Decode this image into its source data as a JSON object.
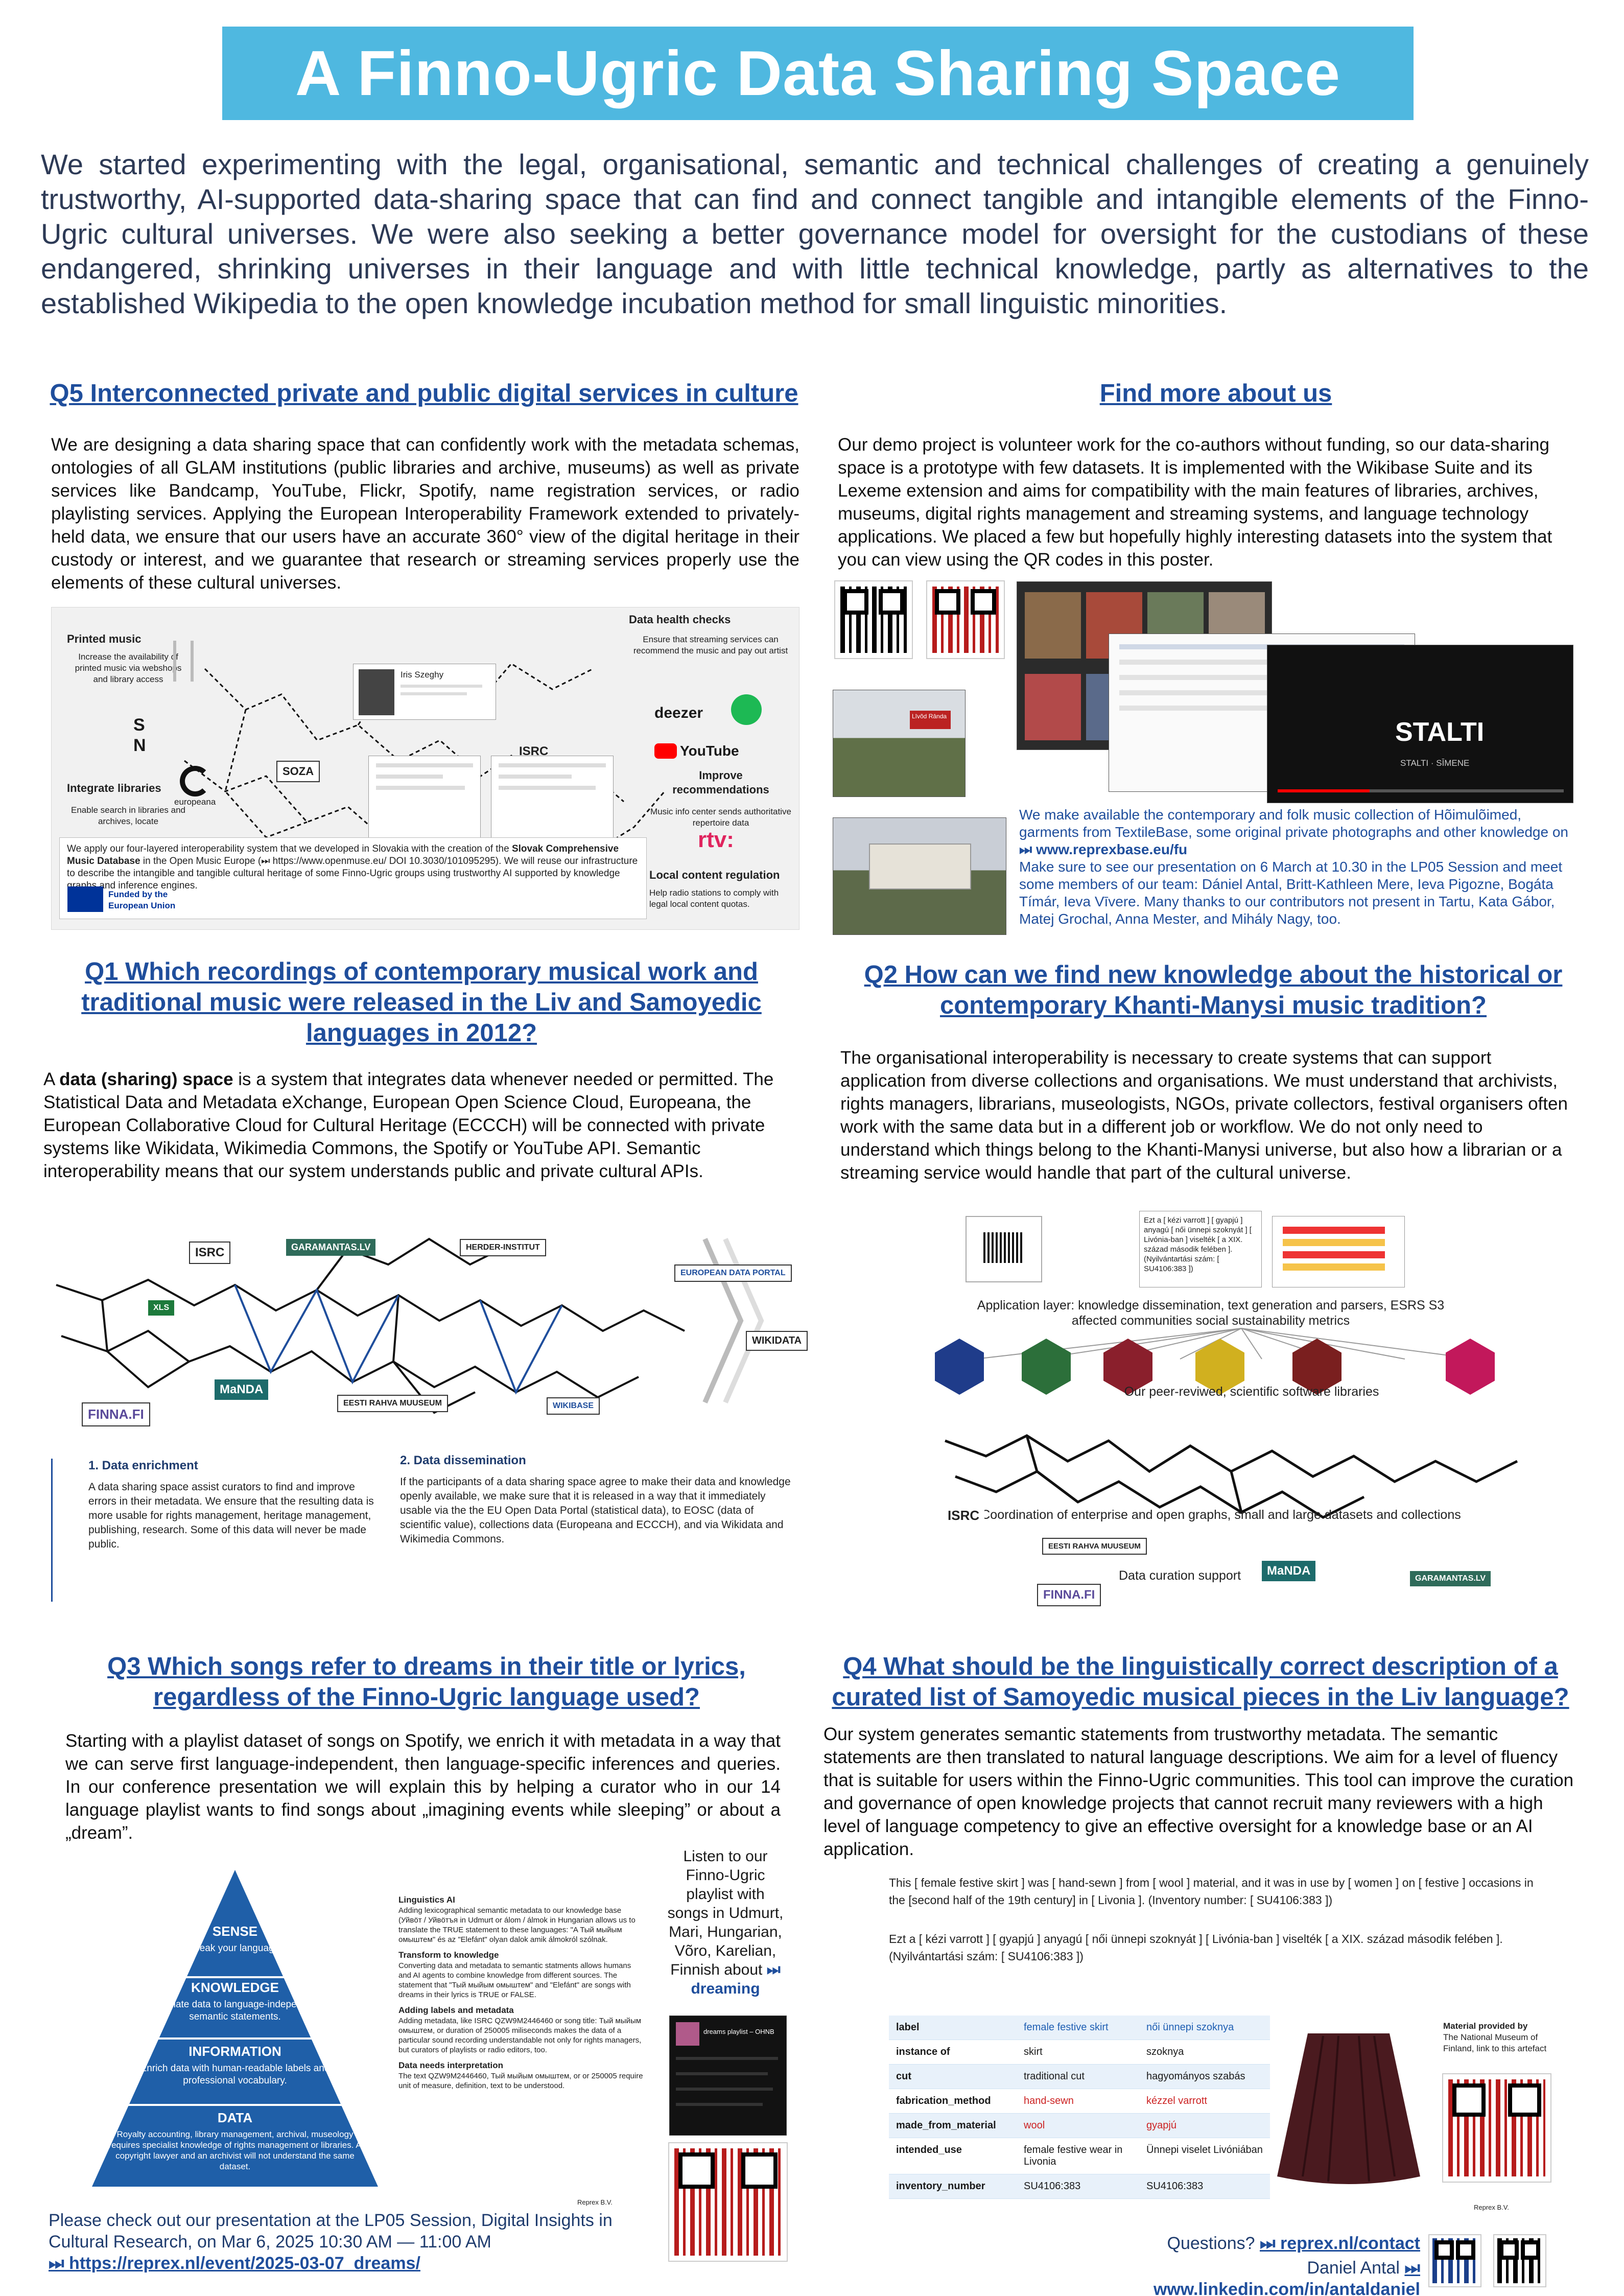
{
  "title": "A Finno-Ugric Data Sharing Space",
  "intro": "We started experimenting with the legal, organisational, semantic and technical challenges of creating a genuinely trustworthy, AI-supported data-sharing space that can find and connect tangible and intangible elements of the Finno-Ugric cultural universes. We were also seeking a better governance model for oversight for the custodians of these endangered, shrinking universes in their language and with little technical knowledge, partly as alternatives to the established Wikipedia to the open knowledge incubation method for small linguistic minorities.",
  "q5": {
    "title": "Q5 Interconnected private and public digital services in culture",
    "body": "We are designing a data sharing space that can confidently work with the metadata schemas, ontologies of all GLAM institutions (public libraries and archive, museums) as well as private services like Bandcamp, YouTube, Flickr, Spotify, name registration services, or radio playlisting services. Applying the European Interoperability Framework extended to privately-held data, we ensure that our users have an accurate 360° view of the digital heritage in their custody or interest, and we guarantee that research or streaming services properly use the elements of these cultural universes.",
    "printed_music_title": "Printed music",
    "printed_music_desc": "Increase the availability of printed music via webshops and library access",
    "integrate_title": "Integrate libraries",
    "integrate_desc": "Enable search in libraries and archives, locate",
    "health_title": "Data health checks",
    "health_desc": "Ensure that streaming services can recommend the music and pay out artist",
    "recommend_title": "Improve recommendations",
    "recommend_desc": "Music info center sends authoritative repertoire data",
    "local_title": "Local content regulation",
    "local_desc": "Help radio stations to comply with legal local content quotas.",
    "overlay_1": "We apply our four-layered interoperability system that we developed in Slovakia with the creation of the",
    "overlay_db": "Slovak Comprehensive Music Database",
    "overlay_2": "in the Open Music Europe (⏭ https://www.openmuse.eu/ DOI 10.3030/101095295). We will reuse our infrastructure to describe the intangible and tangible cultural heritage of some Finno-Ugric groups using trustworthy AI supported by knowledge graphs and inference engines.",
    "eu_funded": "Funded by the European Union",
    "logo_deezer": "deezer",
    "logo_youtube": "YouTube",
    "logo_isrc": "ISRC",
    "logo_soza": "SOZA",
    "logo_rtv": "rtv:",
    "logo_europeana": "europeana",
    "person_name": "Iris Szeghy"
  },
  "find": {
    "title": "Find more about us",
    "body": "Our demo project is volunteer work for the co-authors without funding, so our data-sharing space is a prototype with few datasets. It is implemented with the Wikibase Suite and its Lexeme extension and aims for compatibility with the main features of libraries, archives, museums, digital rights management and streaming systems, and language technology applications. We placed a few but hopefully highly interesting datasets into the system that you can view using the QR codes in this poster.",
    "caption_1": "We make available the contemporary and folk music collection of Hõimulõimed, garments from TextileBase, some original private photographs and other knowledge on",
    "caption_link": "⏭ www.reprexbase.eu/fu",
    "caption_2": "Make sure to see our presentation on 6 March at 10.30 in the LP05 Session and meet some members of our team: Dániel Antal, Britt-Kathleen Mere, Ieva Pigozne, Bogáta Tímár, Ieva Vīvere. Many thanks to our contributors not present in Tartu, Kata Gábor, Matej Grochal, Anna Mester, and Mihály Nagy, too.",
    "sign_text": "Līvõd Rānda",
    "video_title": "STALTI",
    "video_sub": "STALTI · SĪMENE"
  },
  "q1": {
    "title": "Q1 Which recordings of contemporary musical work and traditional music were released in the Liv and Samoyedic languages in 2012?",
    "lead_bold": "data (sharing) space",
    "body_pre": "A",
    "body": "is a system that integrates data whenever needed or permitted. The Statistical Data and Metadata eXchange, European Open Science Cloud, Europeana, the European Collaborative Cloud for Cultural Heritage (ECCCH) will be connected with private systems like Wikidata, Wikimedia Commons, the Spotify or YouTube API. Semantic interoperability means that our system understands public and private cultural APIs.",
    "logos": [
      "ISRC",
      "GARAMANTAS.LV",
      "HERDER-INSTITUT",
      "WIKIDATA",
      "EUROPEAN DATA PORTAL",
      "FINNA.FI",
      "MaNDA",
      "EESTI RAHVA MUUSEUM",
      "XLS",
      "WIKIBASE"
    ],
    "enrich_title": "1. Data enrichment",
    "enrich_body": "A data sharing space assist curators to find and improve errors in their metadata. We ensure that the resulting data is more usable for rights management, heritage management, publishing, research. Some of this data will never be made public.",
    "dissem_title": "2. Data dissemination",
    "dissem_body": "If the participants of a data sharing space agree to make their data and knowledge openly available, we make sure that it is released in a way that it immediately usable via the the EU Open Data Portal (statistical data), to EOSC (data of scientific value), collections data (Europeana and ECCCH), and via Wikidata and Wikimedia Commons."
  },
  "q2": {
    "title": "Q2 How can we find new knowledge about the historical or contemporary Khanti-Manysi music tradition?",
    "body": "The organisational interoperability is necessary to create systems that can support application from diverse collections and organisations. We must understand that archivists, rights managers, librarians, museologists, NGOs, private collectors, festival organisers often work with the same data but in a different job or workflow. We do not only need to understand which things belong to the Khanti-Manysi universe, but also how a librarian or a streaming service would handle that part of the cultural universe.",
    "app_layer": "Application layer: knowledge dissemination, text generation and parsers, ESRS S3 affected communities social sustainability metrics",
    "software": "Our peer-reviwed, scientific software libraries",
    "coordination": "Coordination of enterprise and open graphs, small and large datasets and collections",
    "curation": "Data curation support",
    "snippet": "Ezt a [ kézi varrott ] [ gyapjú ] anyagú [ női ünnepi szoknyát ] [ Livónia-ban ] viselték [ a XIX. század második felében ]. (Nyilvántartási szám: [ SU4106:383 ])"
  },
  "q3": {
    "title": "Q3 Which songs refer to dreams in their title or lyrics, regardless of the Finno-Ugric language used?",
    "body": "Starting with a playlist dataset of songs on Spotify, we enrich it with metadata in a way that we can serve first language-independent, then language-specific inferences and queries. In our conference presentation we will explain this by helping a curator who in our 14 language playlist wants to find songs about „imagining events while sleeping” or about a „dream”.",
    "pyramid": [
      {
        "title": "SENSE",
        "desc": "Speak your language."
      },
      {
        "title": "KNOWLEDGE",
        "desc": "Translate data to language-independent semantic statements."
      },
      {
        "title": "INFORMATION",
        "desc": "Enrich data with human-readable labels and professional vocabulary."
      },
      {
        "title": "DATA",
        "desc": "Royalty accounting, library management, archival, museology requires specialist knowledge of rights management or libraries. A copyright lawyer and an archivist will not understand the same dataset."
      }
    ],
    "side_notes": [
      {
        "title": "Linguistics AI",
        "body": "Adding lexicographical semantic metadata to our knowledge base (Уйвӧт / Уйвӧтъя in Udmurt or álom / álmok in Hungarian allows us to translate the TRUE statement to these languages: \"A Тый мыйым омыштем\" és az \"Elefánt\" olyan dalok amik álmokról szólnak."
      },
      {
        "title": "Transform to knowledge",
        "body": "Converting data and metadata to semantic statments allows humans and AI agents to combine knowledge from different sources. The statement that \"Тый мыйым омыштем\" and \"Elefánt\" are songs with dreams in their lyrics is TRUE or FALSE."
      },
      {
        "title": "Adding labels and metadata",
        "body": "Adding metadata, like ISRC QZW9M2446460 or song title: Тый мыйым омыштем, or duration of 250005 miliseconds makes the data of a particular sound recording understandable not only for rights managers, but curators of playlists or radio editors, too."
      },
      {
        "title": "Data needs interpretation",
        "body": "The text QZW9M2446460, Тый мыйым омыштем, or or 250005 require unit of measure, definition, text to be understood."
      }
    ],
    "reprex": "Reprex B.V.",
    "listen": "Listen to our Finno-Ugric playlist with songs in Udmurt, Mari, Hungarian, Võro, Karelian, Finnish about",
    "listen_link": "⏭ dreaming",
    "playlist_title": "dreams playlist – OHNB",
    "footer_1": "Please check out our presentation at the LP05 Session, Digital Insights in Cultural Research, on Mar 6, 2025 10:30 AM — 11:00 AM",
    "footer_link": "⏭ https://reprex.nl/event/2025-03-07_dreams/"
  },
  "q4": {
    "title": "Q4 What should be the linguistically correct description of a curated list of Samoyedic musical pieces in the Liv language?",
    "body": "Our system generates semantic statements from trustworthy metadata. The semantic statements are then translated to natural language descriptions. We aim for a level of fluency that is suitable for users within the Finno-Ugric communities. This tool can improve the curation and governance of open knowledge projects that cannot recruit many reviewers with a high level of language competency to give an effective oversight for a knowledge base or an AI application.",
    "stmt_en": "This [ female festive skirt ] was [ hand-sewn ] from [ wool ] material, and it was in use by [ women ] on [ festive ] occasions in the [second half of the 19th century] in [ Livonia ]. (Inventory number: [ SU4106:383 ])",
    "stmt_hu": "Ezt a [ kézi varrott ] [ gyapjú ] anyagú [ női ünnepi szoknyát ] [ Livónia-ban ] viselték [ a XIX. század második felében ]. (Nyilvántartási szám: [ SU4106:383 ])",
    "table": [
      [
        "label",
        "female festive skirt",
        "női ünnepi szoknya"
      ],
      [
        "instance of",
        "skirt",
        "szoknya"
      ],
      [
        "cut",
        "traditional cut",
        "hagyományos szabás"
      ],
      [
        "fabrication_method",
        "hand-sewn",
        "kézzel varrott"
      ],
      [
        "made_from_material",
        "wool",
        "gyapjú"
      ],
      [
        "intended_use",
        "female festive wear in Livonia",
        "Ünnepi viselet Livóniában"
      ],
      [
        "inventory_number",
        "SU4106:383",
        "SU4106:383"
      ]
    ],
    "material": "Material provided by",
    "material_body": "The National Museum of Finland, link to this artefact",
    "reprex": "Reprex B.V."
  },
  "footer": {
    "questions": "Questions?",
    "questions_link": "⏭ reprex.nl/contact",
    "author": "Daniel Antal",
    "author_link": "⏭ www.linkedin.com/in/antaldaniel"
  },
  "colors": {
    "banner": "#4fb8e0",
    "title_blue": "#1f4e9c",
    "pyramid": "#1f5fa8"
  }
}
